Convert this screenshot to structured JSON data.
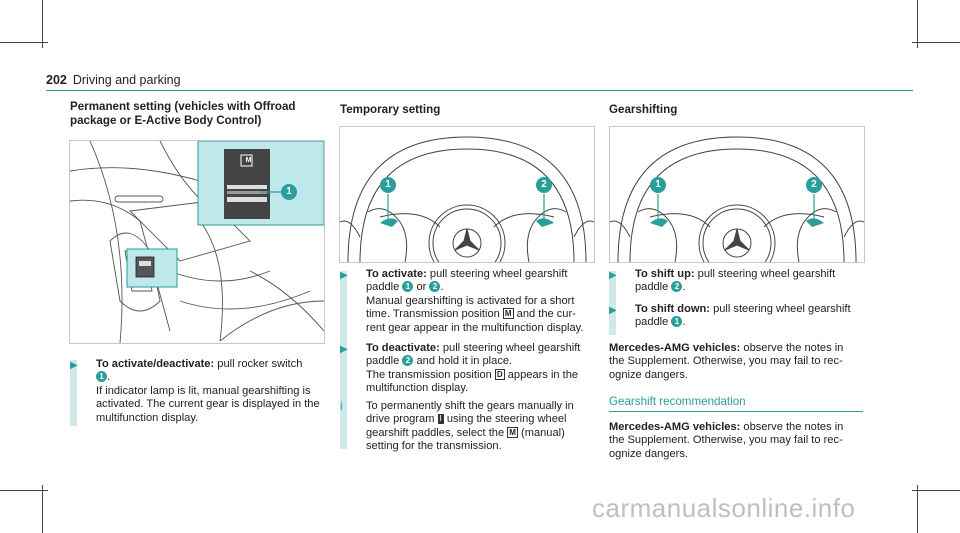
{
  "header": {
    "page_number": "202",
    "section": "Driving and parking"
  },
  "col1": {
    "heading_line1": "Permanent setting (vehicles with Offroad",
    "heading_line2": "package or E-Active Body Control)",
    "figure": {
      "callout_1": "1",
      "mode_symbol": "M"
    },
    "step": {
      "label": "To activate/deactivate:",
      "l1": "pull rocker switch",
      "ref": "1",
      "after_ref": ".",
      "l2": "If indicator lamp is lit, manual gearshifting is",
      "l3": "activated. The current gear is displayed in the",
      "l4": "multifunction display."
    }
  },
  "col2": {
    "heading": "Temporary setting",
    "figure": {
      "callout_1": "1",
      "callout_2": "2"
    },
    "step1": {
      "label": "To activate:",
      "l1": "pull steering wheel gearshift",
      "l2a": "paddle",
      "ref1": "1",
      "or": "or",
      "ref2": "2",
      "l2b": ".",
      "l3": "Manual gearshifting is activated for a short",
      "l4a": "time. Transmission position",
      "sym": "M",
      "l4b": "and the cur-",
      "l5": "rent gear appear in the multifunction display."
    },
    "step2": {
      "label": "To deactivate:",
      "l1": "pull steering wheel gearshift",
      "l2a": "paddle",
      "ref": "2",
      "l2b": "and hold it in place.",
      "l3a": "The transmission position",
      "sym": "D",
      "l3b": "appears in the",
      "l4": "multifunction display."
    },
    "note": {
      "icon": "i",
      "l1": "To permanently shift the gears manually in",
      "l2a": "drive program",
      "sym": "I",
      "l2b": "using the steering wheel",
      "l3": "gearshift paddles, select the",
      "sym2": "M",
      "l3b": "(manual)",
      "l4": "setting for the transmission."
    }
  },
  "col3": {
    "heading": "Gearshifting",
    "figure": {
      "callout_1": "1",
      "callout_2": "2"
    },
    "step1": {
      "label": "To shift up:",
      "l1": "pull steering wheel gearshift",
      "l2a": "paddle",
      "ref": "2",
      "l2b": "."
    },
    "step2": {
      "label": "To shift down:",
      "l1": "pull steering wheel gearshift",
      "l2a": "paddle",
      "ref": "1",
      "l2b": "."
    },
    "amg": {
      "label": "Mercedes-AMG vehicles:",
      "l1": "observe the notes in",
      "l2": "the Supplement. Otherwise, you may fail to rec-",
      "l3": "ognize dangers."
    },
    "subheading": "Gearshift recommendation",
    "amg2": {
      "label": "Mercedes-AMG vehicles:",
      "l1": "observe the notes in",
      "l2": "the Supplement. Otherwise, you may fail to rec-",
      "l3": "ognize dangers."
    }
  },
  "watermark": "carmanualsonline.info",
  "colors": {
    "accent": "#2a9e9a",
    "highlight": "#bfe8ea",
    "bar": "#cfe9e8"
  }
}
